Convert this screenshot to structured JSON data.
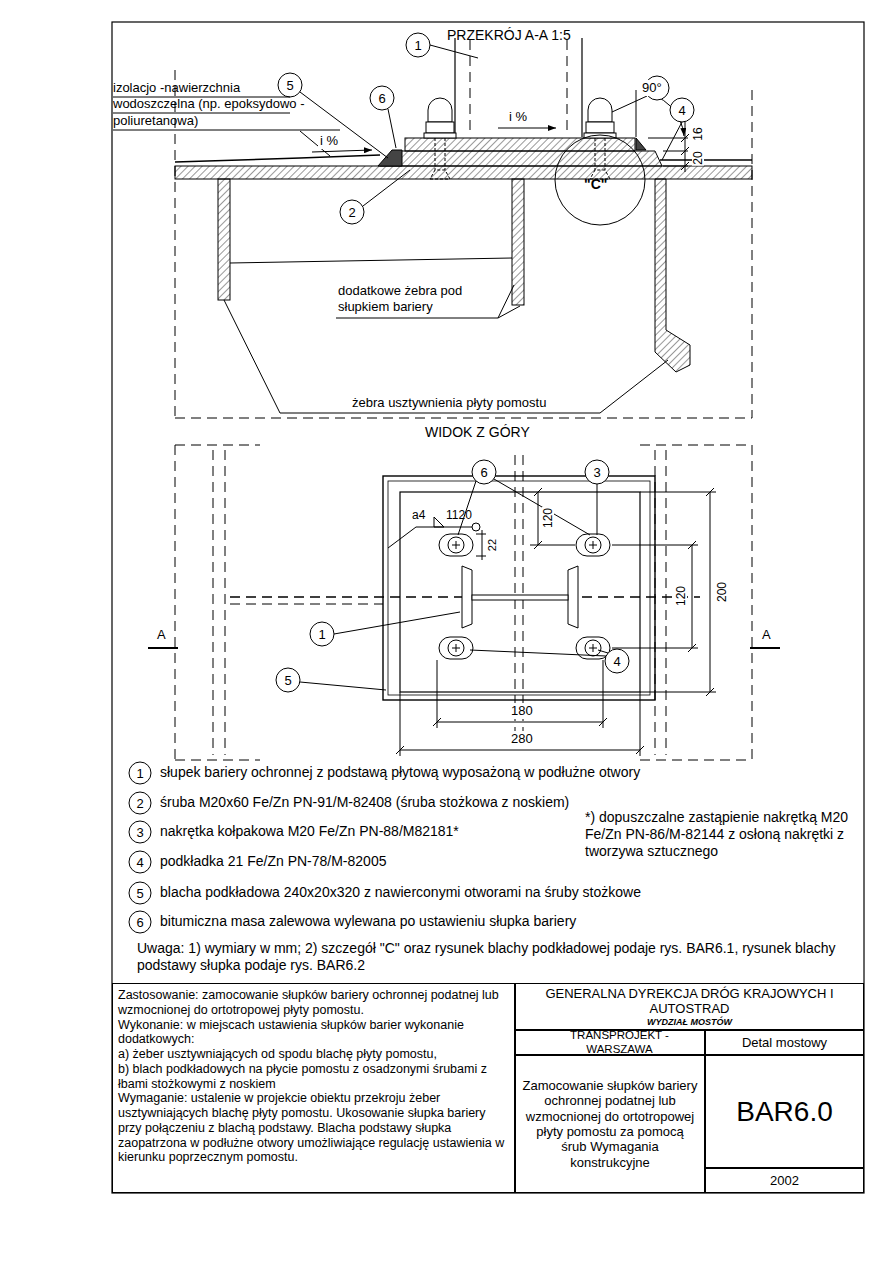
{
  "diagram": {
    "nodes": [
      {
        "text": [
          "Zastosowanie: zamocowanie słupków bariery ochronnej podatnej lub wzmocnionej do ortotropowej płyty pomostu.",
          "Wykonanie: w miejscach ustawienia słupków barier wykonanie dodatkowych:",
          "a) żeber usztywniających od spodu blachę płyty pomostu,",
          "b) blach podkładowych na płycie pomostu z osadzonymi śrubami z łbami stożkowymi z noskiem",
          "Wymaganie: ustalenie w projekcie obiektu przekroju żeber usztywniających blachę płyty pomostu. Ukosowanie słupka bariery przy połączeniu z blachą podstawy. Blacha podstawy słupka zaopatrzona w podłużne otwory umożliwiające regulację ustawienia w kierunku poprzecznym pomostu."
        ]
      },
      {
        "text": [
          "GENERALNA DYREKCJA DRÓG KRAJOWYCH I AUTOSTRAD",
          "WYDZIAŁ MOSTÓW"
        ]
      },
      {
        "text": [
          "TRANSPROJEKT - WARSZAWA"
        ]
      },
      {
        "text": [
          "Detal mostowy"
        ]
      },
      {
        "text": [
          "Zamocowanie słupków bariery ochronnej podatnej lub wzmocnionej do ortotropowej płyty pomostu za pomocą śrub Wymagania konstrukcyjne"
        ]
      },
      {
        "text": [
          "BAR6.0"
        ]
      },
      {
        "text": [
          "2002"
        ]
      }
    ],
    "labels": [
      "1",
      "PRZEKRÓJ A-A 1:5",
      "5",
      "6",
      "3",
      "4",
      "izolacjo -nawierzchnia wodoszczelna (np. epoksydowo -poliuretanowa)",
      "i %",
      "i %",
      "90°",
      "16",
      "20",
      "\"C\"",
      "2",
      "dodatkowe żebra pod słupkiem bariery",
      "żebra usztywnienia płyty pomostu",
      "WIDOK Z GÓRY",
      "6",
      "3",
      "a4",
      "1120",
      "22",
      "120",
      "120",
      "200",
      "1",
      "A",
      "A",
      "5",
      "4",
      "180",
      "280",
      "1",
      "słupek bariery ochronnej z podstawą płytową wyposażoną w podłużne otwory",
      "2",
      "śruba M20x60 Fe/Zn  PN-91/M-82408 (śruba stożkowa z noskiem)",
      "3",
      "nakrętka kołpakowa M20 Fe/Zn  PN-88/M82181*",
      "*) dopuszczalne zastąpienie nakrętką M20 Fe/Zn PN-86/M-82144 z osłoną nakrętki z tworzywa sztucznego",
      "4",
      "podkładka 21 Fe/Zn PN-78/M-82005",
      "5",
      "blacha podkładowa 240x20x320 z nawierconymi otworami na śruby stożkowe",
      "6",
      "bitumiczna masa zalewowa wylewana po ustawieniu słupka bariery",
      "Uwaga: 1) wymiary w mm; 2) szczegół \"C\" oraz rysunek blachy podkładowej podaje rys. BAR6.1, rysunek blachy podstawy słupka podaje rys. BAR6.2"
    ]
  }
}
